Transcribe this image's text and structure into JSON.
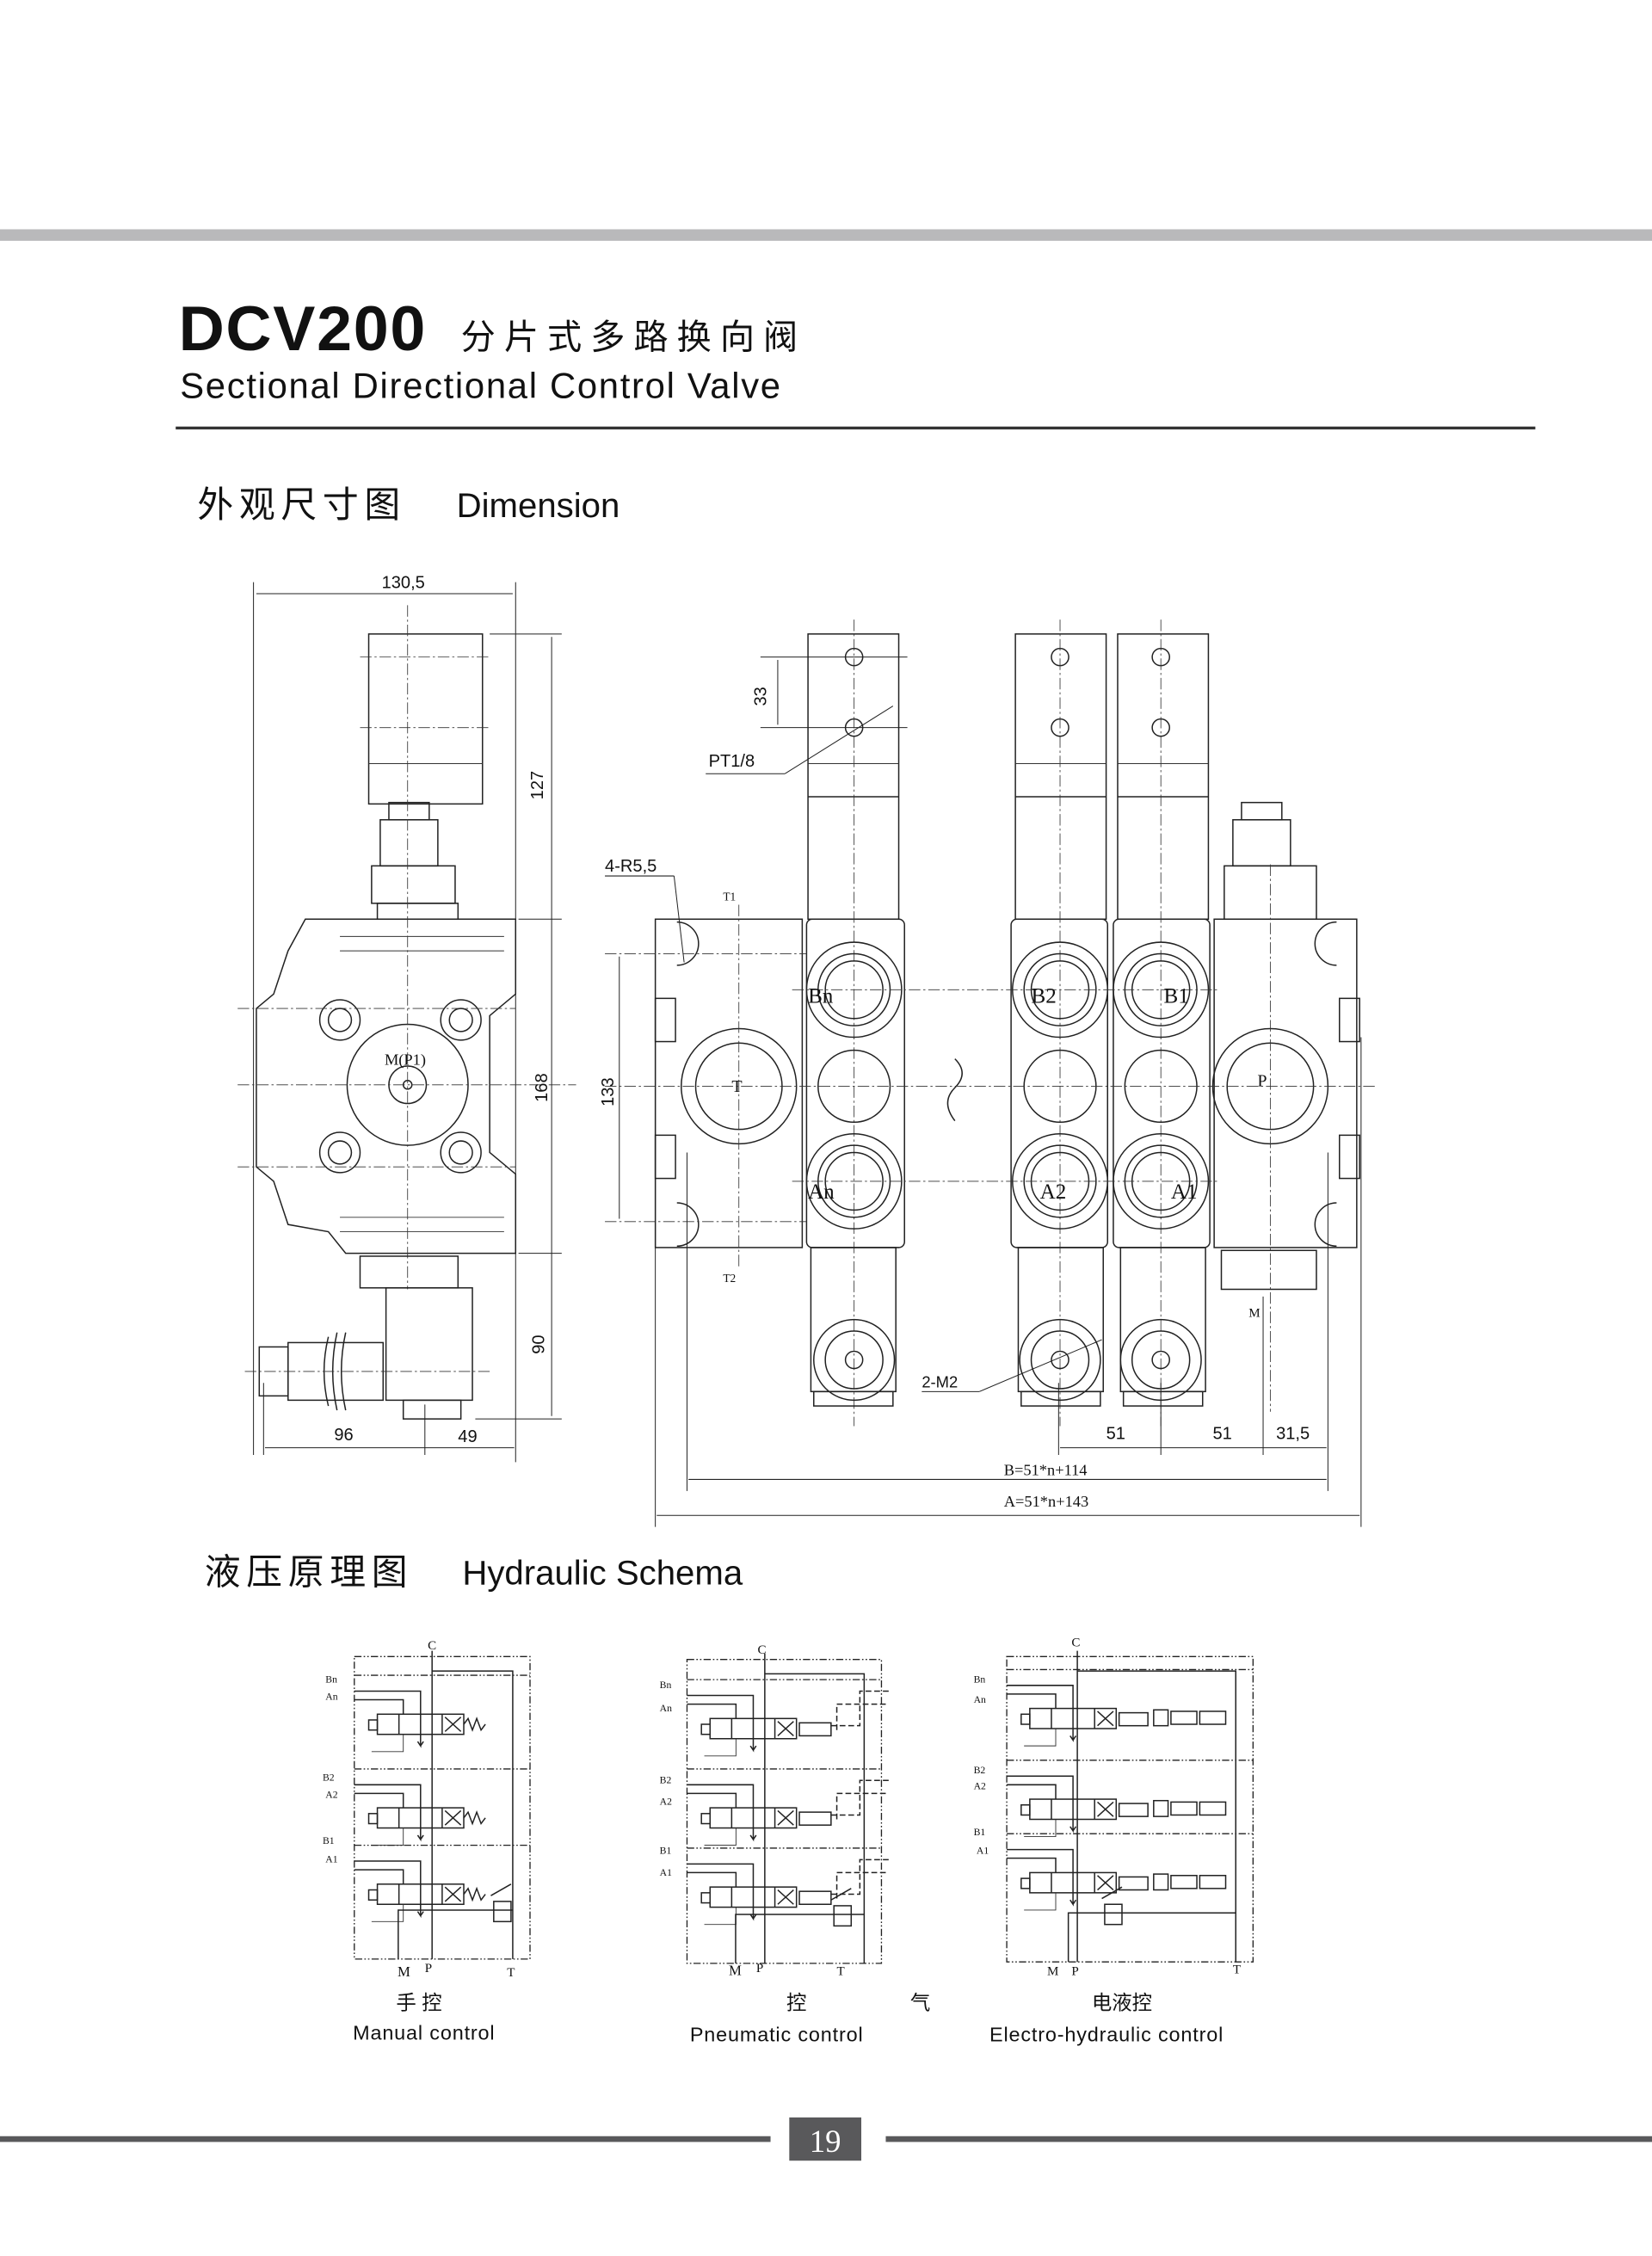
{
  "header": {
    "model": "DCV200",
    "title_cn": "分片式多路换向阀",
    "title_en": "Sectional Directional Control Valve"
  },
  "dimension_section": {
    "heading_cn": "外观尺寸图",
    "heading_en": "Dimension",
    "labels": {
      "width_side": "130,5",
      "h_upper": "127",
      "h_body": "168",
      "h_lower": "90",
      "w_left": "96",
      "w_right": "49",
      "hole_pitch": "33",
      "port_thread": "PT1/8",
      "mount_holes": "4-R5,5",
      "mount_pitch": "133",
      "gauge_port": "M(P1)",
      "t1": "T1",
      "t2": "T2",
      "m": "M",
      "m2": "2-M2",
      "pitch1": "51",
      "pitch2": "51",
      "end_offset": "31,5",
      "formula_b": "B=51*n+114",
      "formula_a": "A=51*n+143",
      "port_t": "T",
      "port_p": "P",
      "bn": "Bn",
      "an": "An",
      "b2": "B2",
      "a2": "A2",
      "b1": "B1",
      "a1": "A1"
    }
  },
  "schema_section": {
    "heading_cn": "液压原理图",
    "heading_en": "Hydraulic Schema",
    "panels": [
      {
        "name_cn": "手 控",
        "name_en": "Manual control",
        "c": "C",
        "m": "M",
        "p": "P",
        "t": "T",
        "ports": [
          "Bn",
          "An",
          "B2",
          "A2",
          "B1",
          "A1"
        ]
      },
      {
        "name_cn_a": "控",
        "name_cn_b": "气",
        "name_en": "Pneumatic control",
        "c": "C",
        "m": "M",
        "p": "P",
        "t": "T",
        "ports": [
          "Bn",
          "An",
          "B2",
          "A2",
          "B1",
          "A1"
        ]
      },
      {
        "name_cn": "电液控",
        "name_en": "Electro-hydraulic control",
        "c": "C",
        "m": "M",
        "p": "P",
        "t": "T",
        "ports": [
          "Bn",
          "An",
          "B2",
          "A2",
          "B1",
          "A1"
        ]
      }
    ]
  },
  "footer": {
    "page_number": "19"
  },
  "colors": {
    "bar": "#b9b9bb",
    "footer_bar": "#59595b",
    "page_box": "#59595b"
  }
}
